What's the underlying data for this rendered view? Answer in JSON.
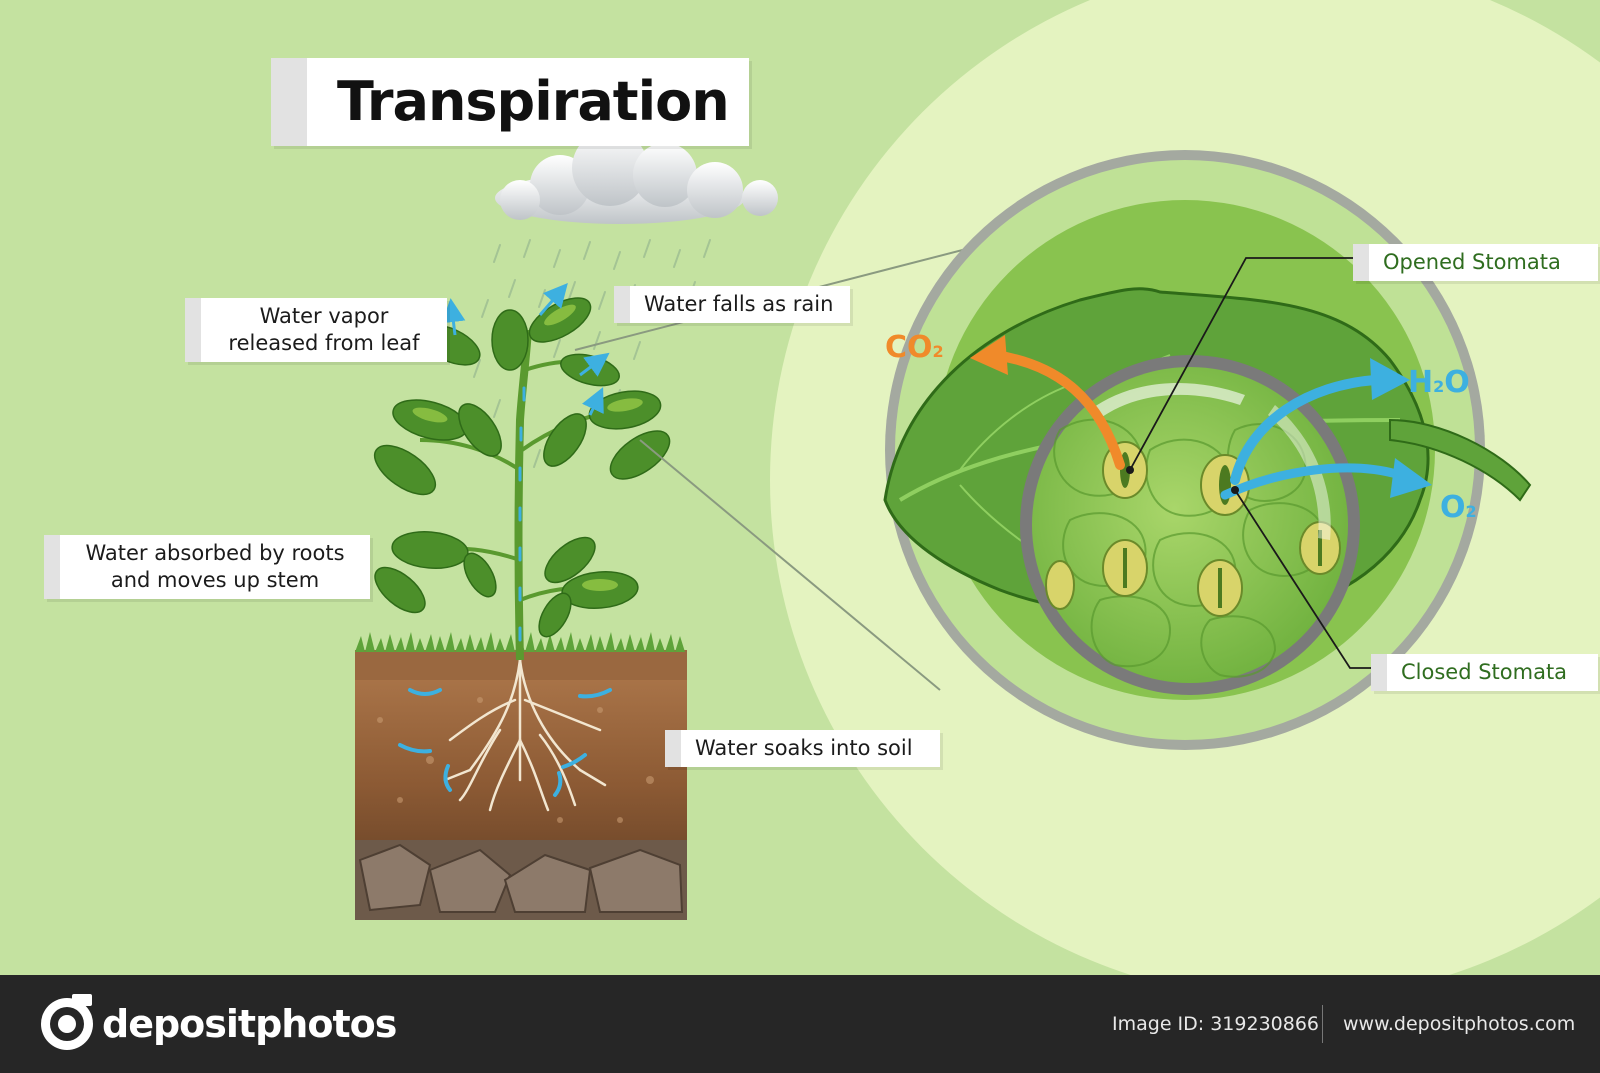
{
  "diagram": {
    "title": "Transpiration",
    "labels": {
      "water_vapor": [
        "Water vapor",
        "released from leaf"
      ],
      "water_rain": "Water falls as rain",
      "water_absorbed": [
        "Water absorbed by roots",
        "and moves up stem"
      ],
      "water_soil": "Water soaks into soil",
      "opened_stomata": "Opened Stomata",
      "closed_stomata": "Closed Stomata"
    },
    "chemicals": {
      "co2": {
        "base": "CO",
        "sub": "2"
      },
      "h2o": {
        "pre": "H",
        "sub": "2",
        "post": "O"
      },
      "o2": {
        "base": "O",
        "sub": "2"
      }
    },
    "colors": {
      "background": "#c4e2a0",
      "right_panel": "#e9f6c6",
      "co2_arrow": "#f08a2a",
      "h2o_arrow": "#3db0e0",
      "leaf": "#5fa33a"
    }
  },
  "footer": {
    "brand": "depositphotos",
    "image_id": "Image ID: 319230866",
    "url": "www.depositphotos.com"
  }
}
